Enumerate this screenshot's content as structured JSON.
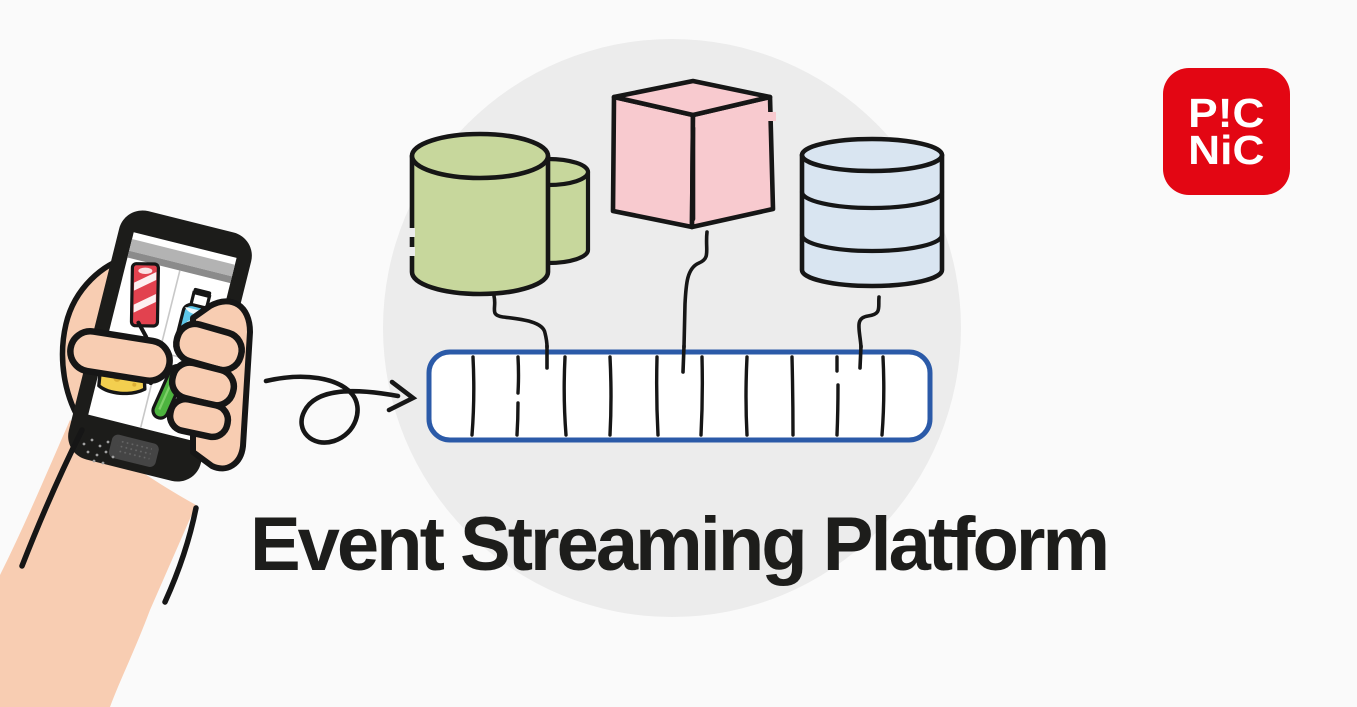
{
  "page": {
    "title": "Event Streaming Platform",
    "background_color": "#fafafa",
    "title_color": "#1d1d1b"
  },
  "logo": {
    "name": "picnic-logo",
    "line1": "P!C",
    "line2": "NiC",
    "background_color": "#e30613",
    "text_color": "#ffffff"
  },
  "illustration": {
    "backdrop_circle_color": "#ececec",
    "outline_color": "#161616",
    "phone": {
      "name": "hand-holding-grocery-app-phone",
      "screen_items": [
        "striped-drink-carton",
        "milk-bottle",
        "cheese-wedge",
        "cucumbers"
      ],
      "body_color": "#1c1c1a",
      "skin_color": "#f8cdb2"
    },
    "arrow": {
      "name": "looping-arrow"
    },
    "stream_bar": {
      "name": "event-stream-log",
      "segments": 11,
      "border_color": "#2b5aa8",
      "fill_color": "#ffffff"
    },
    "consumers": [
      {
        "name": "green-cylinders",
        "color": "#c7d79c"
      },
      {
        "name": "pink-cube",
        "color": "#f8cacf"
      },
      {
        "name": "blue-database",
        "color": "#d9e5f1"
      }
    ]
  }
}
